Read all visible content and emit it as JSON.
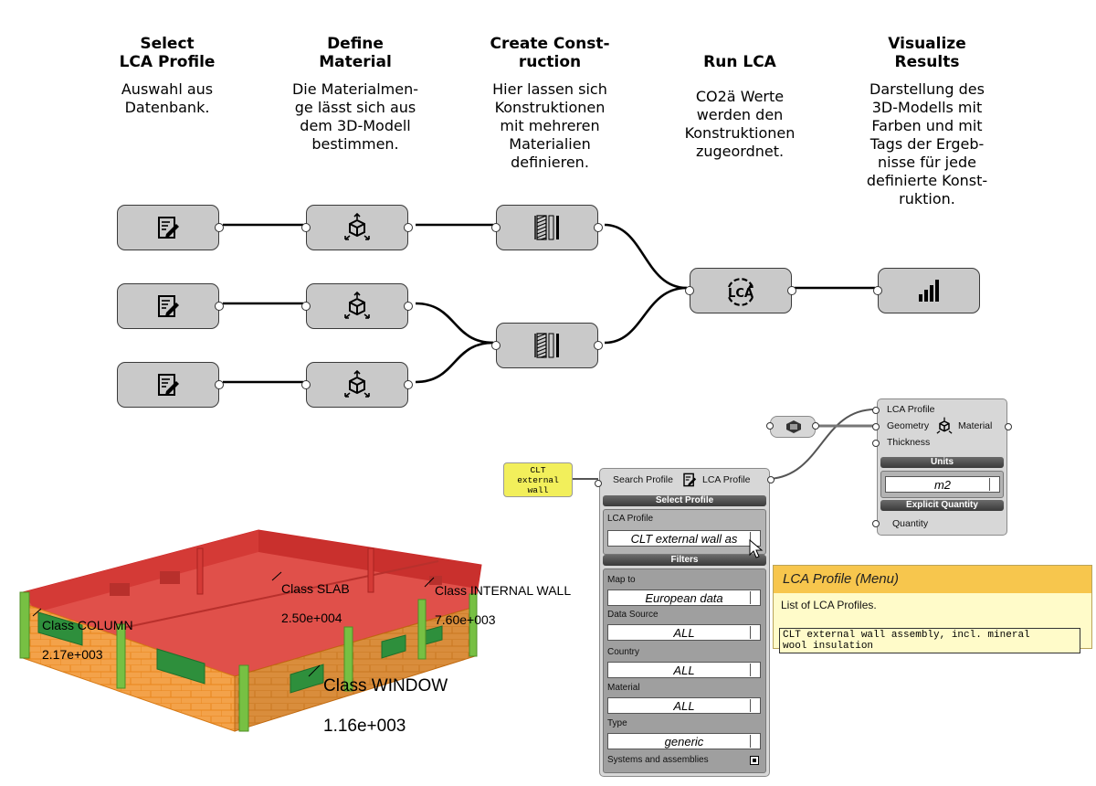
{
  "steps": [
    {
      "title": "Select\nLCA Profile",
      "desc": "Auswahl aus\nDatenbank."
    },
    {
      "title": "Define\nMaterial",
      "desc": "Die Materialmen-\nge lässt sich aus\ndem 3D-Modell\nbestimmen."
    },
    {
      "title": "Create Const-\nruction",
      "desc": "Hier lassen sich\nKonstruktionen\nmit mehreren\nMaterialien\ndefinieren."
    },
    {
      "title": "Run LCA",
      "desc": "CO2ä Werte\nwerden den\nKonstruktionen\nzugeordnet."
    },
    {
      "title": "Visualize\nResults",
      "desc": "Darstellung des\n3D-Modells mit\nFarben und mit\nTags der Ergeb-\nnisse für jede\ndefinierte Konst-\nruktion."
    }
  ],
  "flow_nodes": {
    "lca_label": "LCA"
  },
  "panel": {
    "text": "CLT\nexternal\nwall"
  },
  "profile_component": {
    "input_label": "Search Profile",
    "output_label": "LCA Profile",
    "select_header": "Select Profile",
    "lca_profile_label": "LCA Profile",
    "lca_profile_value": "CLT external wall as",
    "filters_header": "Filters",
    "filters": [
      {
        "label": "Map to",
        "value": "European data"
      },
      {
        "label": "Data Source",
        "value": "ALL"
      },
      {
        "label": "Country",
        "value": "ALL"
      },
      {
        "label": "Material",
        "value": "ALL"
      },
      {
        "label": "Type",
        "value": "generic"
      }
    ],
    "footer_label": "Systems and assemblies"
  },
  "material_component": {
    "inputs": [
      "LCA Profile",
      "Geometry",
      "Thickness"
    ],
    "output_label": "Material",
    "units_header": "Units",
    "units_value": "m2",
    "explicit_header": "Explicit Quantity",
    "quantity_label": "Quantity"
  },
  "tooltip": {
    "title": "LCA Profile (Menu)",
    "description": "List of LCA Profiles.",
    "value": "CLT external wall assembly, incl. mineral\nwool insulation"
  },
  "building_labels": [
    {
      "name": "Class COLUMN",
      "value": "2.17e+003"
    },
    {
      "name": "Class SLAB",
      "value": "2.50e+004"
    },
    {
      "name": "Class INTERNAL WALL",
      "value": "7.60e+003"
    },
    {
      "name": "Class WINDOW",
      "value": "1.16e+003"
    }
  ],
  "colors": {
    "node_fill": "#c9c9c9",
    "slab_red": "#d9302c",
    "wall_orange": "#f3a24a",
    "column_green": "#77c043",
    "window_green": "#2e8f3c",
    "tooltip_header": "#f7c64d",
    "panel_yellow": "#f2ef5b"
  },
  "icons": [
    "edit-document-icon",
    "cube-material-icon",
    "wall-construction-icon",
    "lca-cycle-icon",
    "bar-chart-icon"
  ]
}
